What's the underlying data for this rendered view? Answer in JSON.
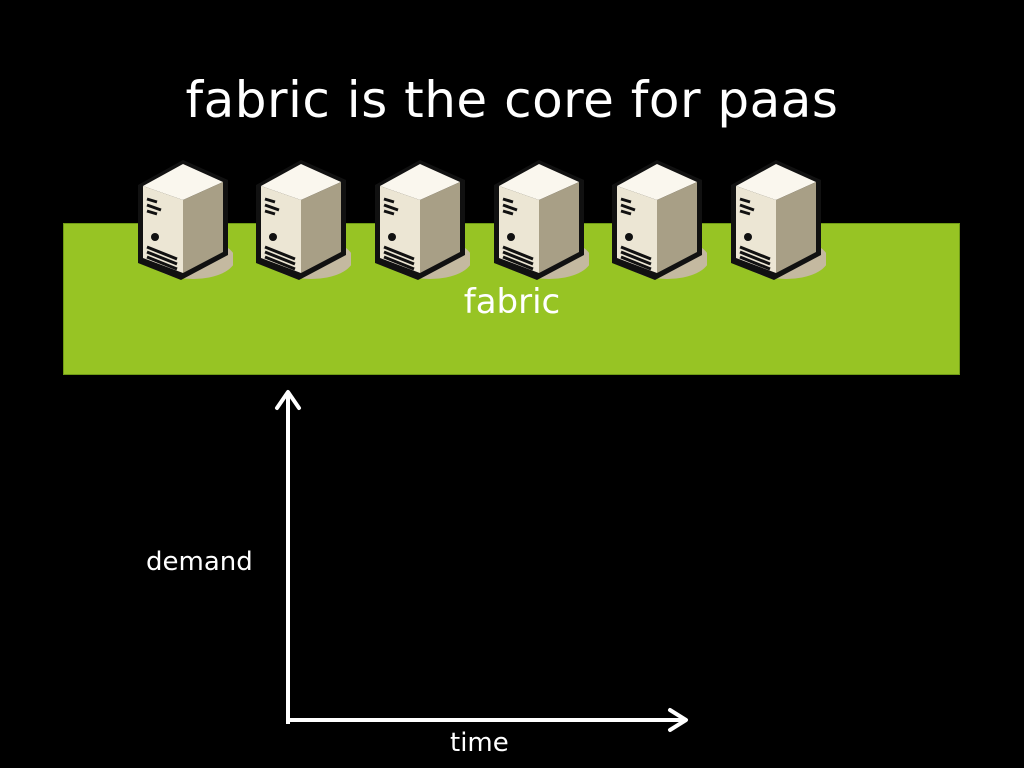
{
  "slide": {
    "title": "fabric is the core for paas"
  },
  "fabric": {
    "label": "fabric",
    "color": "#97c424"
  },
  "servers": {
    "count": 6,
    "icon": "server-tower-icon"
  },
  "axes": {
    "y_label": "demand",
    "x_label": "time",
    "color": "#ffffff"
  }
}
